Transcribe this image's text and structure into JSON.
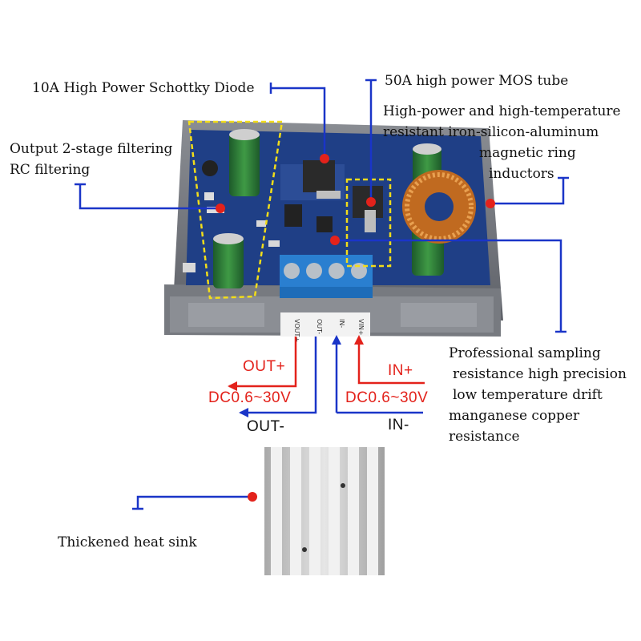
{
  "callouts": {
    "schottky": "10A High Power Schottky Diode",
    "mos": "50A high power MOS tube",
    "inductor": [
      "High-power and high-temperature",
      "resistant iron-silicon-aluminum",
      "magnetic ring",
      "inductors"
    ],
    "filter": [
      "Output 2-stage filtering",
      "RC filtering"
    ],
    "sampling": [
      "Professional sampling",
      "resistance high precision",
      "low temperature drift",
      "manganese copper",
      "resistance"
    ],
    "heatsink": "Thickened heat sink"
  },
  "terminals": {
    "out_plus": "OUT+",
    "out_range": "DC0.6~30V",
    "out_minus": "OUT-",
    "in_plus": "IN+",
    "in_range": "DC0.6~30V",
    "in_minus": "IN-"
  },
  "board_labels": [
    "VOUT+",
    "OUT-",
    "IN-",
    "VIN+"
  ],
  "colors": {
    "callout_line": "#1a35c8",
    "marker": "#e3221b",
    "highlight_box": "#f2dd1a",
    "pcb": "#1f3f86",
    "case": "#6b6e75",
    "terminal_block": "#2a7fd0",
    "heatsink": "#c8c8c8"
  }
}
